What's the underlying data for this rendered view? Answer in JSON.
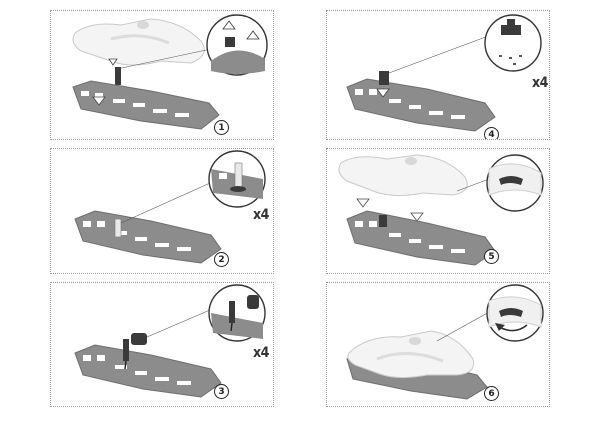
{
  "steps": [
    {
      "number": "1"
    },
    {
      "number": "2",
      "quantity": "x4"
    },
    {
      "number": "3",
      "quantity": "x4"
    },
    {
      "number": "4",
      "quantity": "x4"
    },
    {
      "number": "5"
    },
    {
      "number": "6"
    }
  ],
  "colors": {
    "plate": "#8c8c8c",
    "plate_dark": "#6e6e6e",
    "plate_hole": "#ffffff",
    "foot_pad": "#f4f4f4",
    "foot_pad_edge": "#c9c9c9",
    "hardware": "#3a3a3a",
    "border": "#9a9a9a"
  },
  "icons": [
    "skid-plate",
    "foot-pad",
    "zoom-callout",
    "down-arrow",
    "up-arrow",
    "rotate-arrow",
    "mounting-post",
    "screwdriver",
    "clip"
  ]
}
